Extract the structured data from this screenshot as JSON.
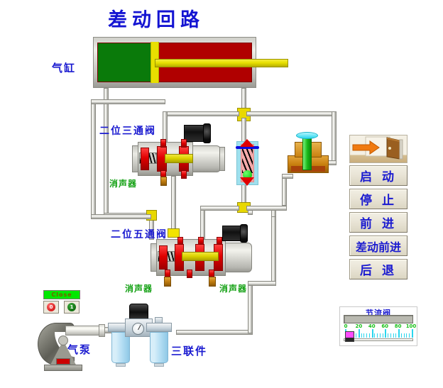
{
  "page": {
    "title": "差动回路",
    "title_color": "#1414d2"
  },
  "diagram": {
    "cylinder": {
      "label": "气缸",
      "chamber_left_color": "#0a7a0a",
      "chamber_right_color": "#b00000",
      "rod_color": "#e8e000"
    },
    "valve_3_2": {
      "label": "二位三通阀",
      "muffler_label": "消声器"
    },
    "valve_5_2": {
      "label": "二位五通阀",
      "muffler_label_left": "消声器",
      "muffler_label_right": "消声器"
    },
    "air_pump": {
      "label": "气泵"
    },
    "frl_unit": {
      "label": "三联件"
    },
    "check_valve": {
      "spring_color": "#000000",
      "ball_color": "#00b800",
      "housing_color": "#9fe0ee"
    },
    "throttle_valve": {
      "body_color": "#c98110",
      "stem_color": "#18b818",
      "knob_color": "#29d6ee"
    }
  },
  "indicator": {
    "status_label": "Close",
    "status_color": "#00e800",
    "lamps": [
      {
        "name": "lamp-0",
        "text": "0",
        "color": "#e00000"
      },
      {
        "name": "lamp-1",
        "text": "1",
        "color": "#006e00"
      }
    ]
  },
  "controls": {
    "exit_icon": "exit-door-icon",
    "buttons": [
      {
        "name": "start-button",
        "label": "启 动"
      },
      {
        "name": "stop-button",
        "label": "停 止"
      },
      {
        "name": "forward-button",
        "label": "前 进"
      },
      {
        "name": "differential-forward-button",
        "label": "差动前进"
      },
      {
        "name": "retract-button",
        "label": "后 退"
      }
    ]
  },
  "throttle_slider": {
    "title": "节流阀",
    "value": 0,
    "min": 0,
    "max": 100,
    "tick_labels": [
      "0",
      "20",
      "40",
      "60",
      "80",
      "100"
    ],
    "tick_color": "#29d6ee",
    "label_color": "#18c018"
  }
}
